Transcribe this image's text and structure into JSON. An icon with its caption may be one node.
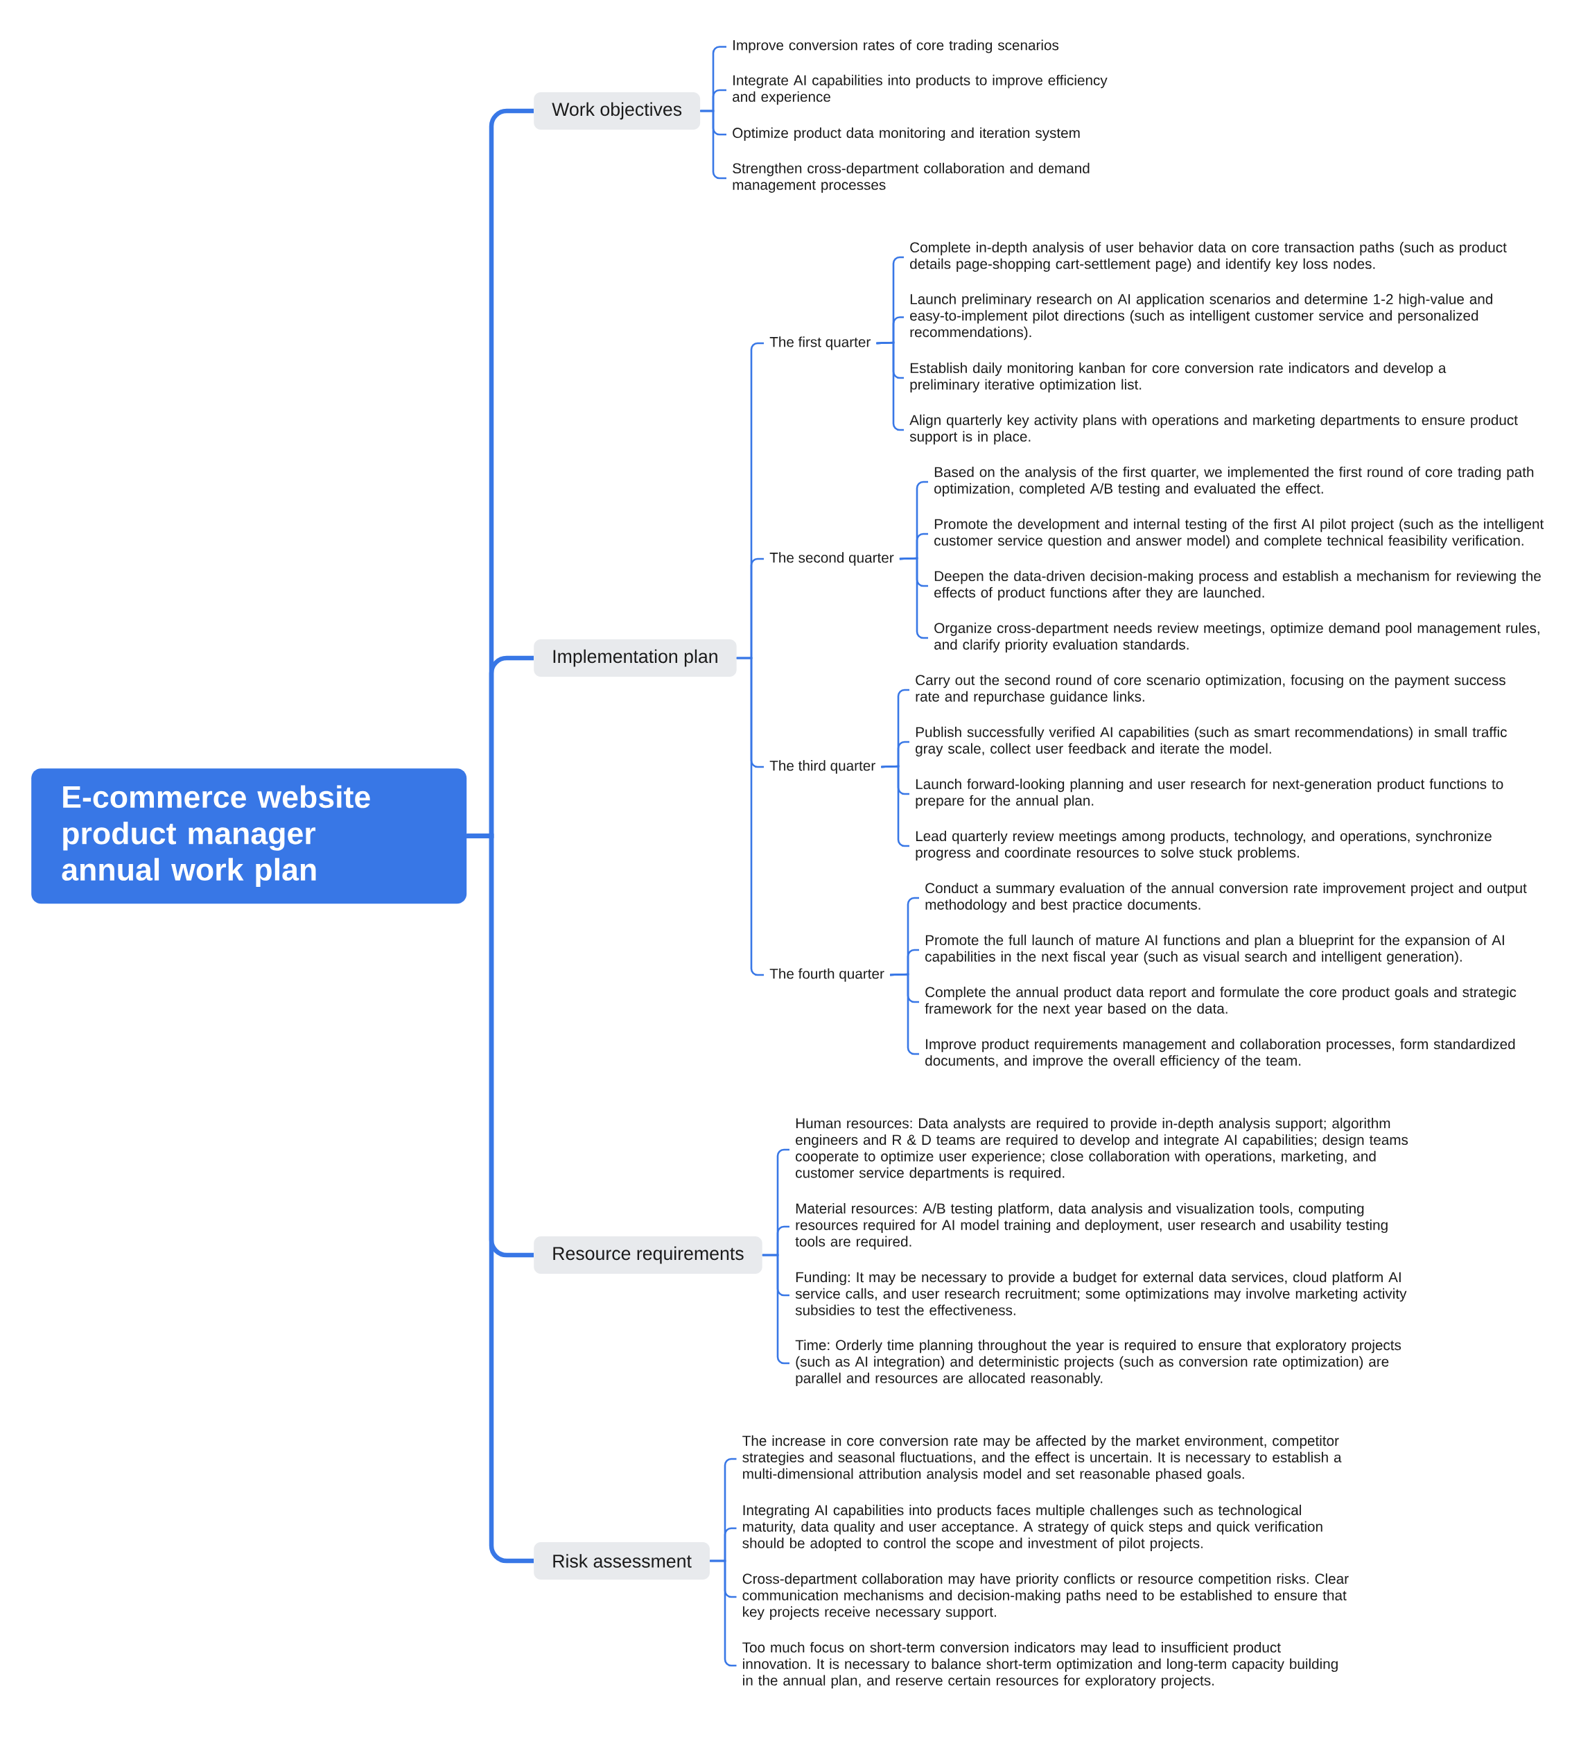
{
  "diagram": {
    "nodes": [
      {
        "text": [
          "E-commerce website product manager annual work plan"
        ]
      },
      {
        "text": [
          "Work objectives"
        ]
      },
      {
        "text": [
          "Improve conversion rates of core trading scenarios"
        ]
      },
      {
        "text": [
          "Integrate AI capabilities into products to improve efficiency and experience"
        ]
      },
      {
        "text": [
          "Optimize product data monitoring and iteration system"
        ]
      },
      {
        "text": [
          "Strengthen cross-department collaboration and demand management processes"
        ]
      },
      {
        "text": [
          "Implementation plan"
        ]
      },
      {
        "text": [
          "The first quarter"
        ]
      },
      {
        "text": [
          "Complete in-depth analysis of user behavior data on core transaction paths (such as product details page-shopping cart-settlement page) and identify key loss nodes."
        ]
      },
      {
        "text": [
          "Launch preliminary research on AI application scenarios and determine 1-2 high-value and easy-to-implement pilot directions (such as intelligent customer service and personalized recommendations)."
        ]
      },
      {
        "text": [
          "Establish daily monitoring kanban for core conversion rate indicators and develop a preliminary iterative optimization list."
        ]
      },
      {
        "text": [
          "Align quarterly key activity plans with operations and marketing departments to ensure product support is in place."
        ]
      },
      {
        "text": [
          "The second quarter"
        ]
      },
      {
        "text": [
          "Based on the analysis of the first quarter, we implemented the first round of core trading path optimization, completed A/B testing and evaluated the effect."
        ]
      },
      {
        "text": [
          "Promote the development and internal testing of the first AI pilot project (such as the intelligent customer service question and answer model) and complete technical feasibility verification."
        ]
      },
      {
        "text": [
          "Deepen the data-driven decision-making process and establish a mechanism for reviewing the effects of product functions after they are launched."
        ]
      },
      {
        "text": [
          "Organize cross-department needs review meetings, optimize demand pool management rules, and clarify priority evaluation standards."
        ]
      },
      {
        "text": [
          "The third quarter"
        ]
      },
      {
        "text": [
          "Carry out the second round of core scenario optimization, focusing on the payment success rate and repurchase guidance links."
        ]
      },
      {
        "text": [
          "Publish successfully verified AI capabilities (such as smart recommendations) in small traffic gray scale, collect user feedback and iterate the model."
        ]
      },
      {
        "text": [
          "Launch forward-looking planning and user research for next-generation product functions to prepare for the annual plan."
        ]
      },
      {
        "text": [
          "Lead quarterly review meetings among products, technology, and operations, synchronize progress and coordinate resources to solve stuck problems."
        ]
      },
      {
        "text": [
          "The fourth quarter"
        ]
      },
      {
        "text": [
          "Conduct a summary evaluation of the annual conversion rate improvement project and output methodology and best practice documents."
        ]
      },
      {
        "text": [
          "Promote the full launch of mature AI functions and plan a blueprint for the expansion of AI capabilities in the next fiscal year (such as visual search and intelligent generation)."
        ]
      },
      {
        "text": [
          "Complete the annual product data report and formulate the core product goals and strategic framework for the next year based on the data."
        ]
      },
      {
        "text": [
          "Improve product requirements management and collaboration processes, form standardized documents, and improve the overall efficiency of the team."
        ]
      },
      {
        "text": [
          "Resource requirements"
        ]
      },
      {
        "text": [
          "Human resources: Data analysts are required to provide in-depth analysis support; algorithm engineers and R & D teams are required to develop and integrate AI capabilities; design teams cooperate to optimize user experience; close collaboration with operations, marketing, and customer service departments is required."
        ]
      },
      {
        "text": [
          "Material resources: A/B testing platform, data analysis and visualization tools, computing resources required for AI model training and deployment, user research and usability testing tools are required."
        ]
      },
      {
        "text": [
          "Funding: It may be necessary to provide a budget for external data services, cloud platform AI service calls, and user research recruitment; some optimizations may involve marketing activity subsidies to test the effectiveness."
        ]
      },
      {
        "text": [
          "Time: Orderly time planning throughout the year is required to ensure that exploratory projects (such as AI integration) and deterministic projects (such as conversion rate optimization) are parallel and resources are allocated reasonably."
        ]
      },
      {
        "text": [
          "Risk assessment"
        ]
      },
      {
        "text": [
          "The increase in core conversion rate may be affected by the market environment, competitor strategies and seasonal fluctuations, and the effect is uncertain. It is necessary to establish a multi-dimensional attribution analysis model and set reasonable phased goals."
        ]
      },
      {
        "text": [
          "Integrating AI capabilities into products faces multiple challenges such as technological maturity, data quality and user acceptance. A strategy of quick steps and quick verification should be adopted to control the scope and investment of pilot projects."
        ]
      },
      {
        "text": [
          "Cross-department collaboration may have priority conflicts or resource competition risks. Clear communication mechanisms and decision-making paths need to be established to ensure that key projects receive necessary support."
        ]
      },
      {
        "text": [
          "Too much focus on short-term conversion indicators may lead to insufficient product innovation. It is necessary to balance short-term optimization and long-term capacity building in the annual plan, and reserve certain resources for exploratory projects."
        ]
      }
    ],
    "edges": [
      {
        "from": 0,
        "to": 1,
        "arrow": "none",
        "style": "thick"
      },
      {
        "from": 0,
        "to": 6,
        "arrow": "none",
        "style": "thick"
      },
      {
        "from": 0,
        "to": 27,
        "arrow": "none",
        "style": "thick"
      },
      {
        "from": 0,
        "to": 32,
        "arrow": "none",
        "style": "thick"
      },
      {
        "from": 1,
        "to": 2,
        "arrow": "none"
      },
      {
        "from": 1,
        "to": 3,
        "arrow": "none"
      },
      {
        "from": 1,
        "to": 4,
        "arrow": "none"
      },
      {
        "from": 1,
        "to": 5,
        "arrow": "none"
      },
      {
        "from": 6,
        "to": 7,
        "arrow": "none"
      },
      {
        "from": 6,
        "to": 12,
        "arrow": "none"
      },
      {
        "from": 6,
        "to": 17,
        "arrow": "none"
      },
      {
        "from": 6,
        "to": 22,
        "arrow": "none"
      },
      {
        "from": 7,
        "to": 8,
        "arrow": "none"
      },
      {
        "from": 7,
        "to": 9,
        "arrow": "none"
      },
      {
        "from": 7,
        "to": 10,
        "arrow": "none"
      },
      {
        "from": 7,
        "to": 11,
        "arrow": "none"
      },
      {
        "from": 12,
        "to": 13,
        "arrow": "none"
      },
      {
        "from": 12,
        "to": 14,
        "arrow": "none"
      },
      {
        "from": 12,
        "to": 15,
        "arrow": "none"
      },
      {
        "from": 12,
        "to": 16,
        "arrow": "none"
      },
      {
        "from": 17,
        "to": 18,
        "arrow": "none"
      },
      {
        "from": 17,
        "to": 19,
        "arrow": "none"
      },
      {
        "from": 17,
        "to": 20,
        "arrow": "none"
      },
      {
        "from": 17,
        "to": 21,
        "arrow": "none"
      },
      {
        "from": 22,
        "to": 23,
        "arrow": "none"
      },
      {
        "from": 22,
        "to": 24,
        "arrow": "none"
      },
      {
        "from": 22,
        "to": 25,
        "arrow": "none"
      },
      {
        "from": 22,
        "to": 26,
        "arrow": "none"
      },
      {
        "from": 27,
        "to": 28,
        "arrow": "none"
      },
      {
        "from": 27,
        "to": 29,
        "arrow": "none"
      },
      {
        "from": 27,
        "to": 30,
        "arrow": "none"
      },
      {
        "from": 27,
        "to": 31,
        "arrow": "none"
      },
      {
        "from": 32,
        "to": 33,
        "arrow": "none"
      },
      {
        "from": 32,
        "to": 34,
        "arrow": "none"
      },
      {
        "from": 32,
        "to": 35,
        "arrow": "none"
      },
      {
        "from": 32,
        "to": 36,
        "arrow": "none"
      }
    ]
  }
}
